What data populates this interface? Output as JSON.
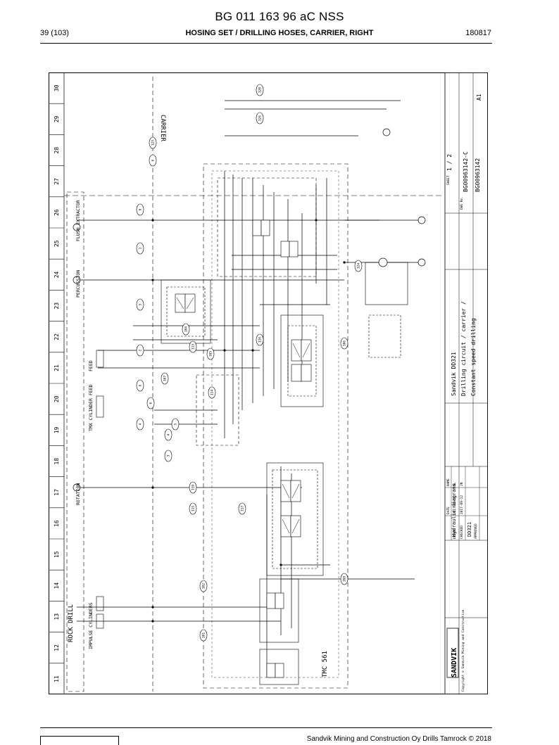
{
  "document": {
    "title": "BG 011 163 96 aC NSS",
    "page": "39 (103)",
    "section": "HOSING SET / DRILLING HOSES, CARRIER, RIGHT",
    "date": "180817",
    "footer": "Sandvik Mining and Construction Oy Drills Tamrock © 2018"
  },
  "grid": {
    "columns": [
      "30",
      "29",
      "28",
      "27",
      "26",
      "25",
      "24",
      "23",
      "22",
      "21",
      "20",
      "19",
      "18",
      "17",
      "16",
      "15",
      "14",
      "13",
      "12",
      "11"
    ]
  },
  "zones": {
    "carrier": "CARRIER",
    "rock_drill": "ROCK DRILL",
    "tmc": "TMC 561"
  },
  "components": {
    "flushing_extractor": "FLUSH EXTRACTOR",
    "percussion": "PERCUSSION",
    "feed": "FEED",
    "feed_cylinder": "TMX CYLINDER FEED",
    "rotation": "ROTATION",
    "impulse_cylinders": "IMPULSE CYLINDERS"
  },
  "hose_labels": [
    "125",
    "6",
    "120",
    "126",
    "9",
    "1",
    "124",
    "5",
    "116",
    "2",
    "6",
    "6",
    "4",
    "102",
    "101",
    "5",
    "107",
    "119",
    "117",
    "115",
    "114",
    "113",
    "104",
    "105",
    "106",
    "108",
    "4",
    "3"
  ],
  "title_block": {
    "brand": "SANDVIK",
    "copyright": "Copyright © Sandvik Mining and Construction",
    "product": "Sandvik DD321",
    "description_1": "Drilling circuit / carrier /",
    "description_2": "Constant speed drilling",
    "diagram_type": "Hydraulic diagrams",
    "model": "DD321",
    "drawing_no": "BG00963142-C",
    "drawing_no_2": "BG00963142",
    "sheet": "1 / 2",
    "size": "A1",
    "sheet_label": "SHEET",
    "dwg_label": "DWG No.",
    "date_label": "DATE",
    "name_label": "NAME",
    "drawn": "DRAWN",
    "checked": "CHECKED",
    "approved": "APPROVED",
    "drawn_date": "2017-09-12",
    "checked_date": "2017-09-12",
    "drawn_name": "NL",
    "checked_name": "JN"
  }
}
